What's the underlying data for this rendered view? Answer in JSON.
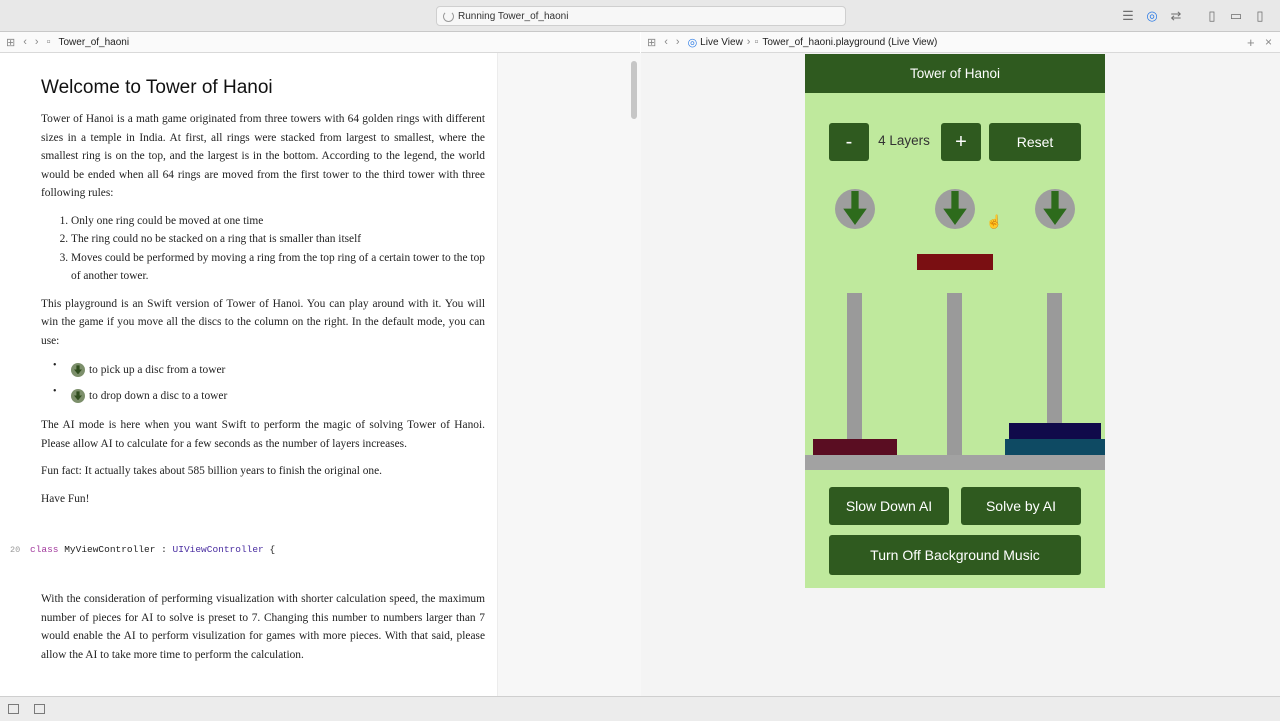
{
  "window": {
    "activity_text": "Running Tower_of_haoni"
  },
  "left_pane": {
    "breadcrumb_file": "Tower_of_haoni"
  },
  "right_pane": {
    "breadcrumb_view": "Live View",
    "breadcrumb_file": "Tower_of_haoni.playground (Live View)"
  },
  "doc": {
    "title": "Welcome to Tower of Hanoi",
    "intro": "Tower of Hanoi is a math game originated from three towers with 64 golden rings with different sizes in a temple in India. At first, all rings were stacked from largest to smallest, where the smallest ring is on the top, and the largest is in the bottom. According to the legend, the world would be ended when all 64 rings are moved from the first tower to the third tower with three following rules:",
    "rules": [
      "Only one ring could be moved at one time",
      "The ring could no be stacked on a ring that is smaller than itself",
      "Moves could be performed by moving a ring from the top ring of a certain tower to the top of another tower."
    ],
    "playground_para": "This playground is an Swift version of Tower of Hanoi. You can play around with it. You will win the game if you move all the discs to the column on the right. In the default mode, you can use:",
    "usage": [
      "to pick up a disc from a tower",
      "to drop down a disc to a tower"
    ],
    "ai_para": "The AI mode is here when you want Swift to perform the magic of solving Tower of Hanoi. Please allow AI to calculate for a few seconds as the number of layers increases.",
    "fun_fact": "Fun fact: It actually takes about 585 billion years to finish the original one.",
    "have_fun": "Have Fun!",
    "code_line_number": "20",
    "code_kw": "class",
    "code_name": " MyViewController : ",
    "code_type": "UIViewController",
    "code_brace": " {",
    "note_para": "With the consideration of performing visualization with shorter calculation speed, the maximum number of pieces for AI to solve is preset to 7. Changing this number to numbers larger than 7 would enable the AI to perform visulization for games with more pieces. With that said, please allow the AI to take more time to perform the calculation."
  },
  "game": {
    "title": "Tower of Hanoi",
    "minus_label": "-",
    "layers_label": "4 Layers",
    "plus_label": "+",
    "reset_label": "Reset",
    "slow_down_label": "Slow Down AI",
    "solve_label": "Solve by AI",
    "music_label": "Turn Off Background Music",
    "colors": {
      "nav": "#2f5a1f",
      "background": "#bfe99d",
      "held_disc": "#7a0f12",
      "disc_tower1": "#5a0d22",
      "disc_tower3_top": "#100a4a",
      "disc_tower3_bottom": "#0e4a63"
    },
    "held_disc_count": 1,
    "tower_disc_counts": [
      1,
      0,
      2
    ]
  }
}
